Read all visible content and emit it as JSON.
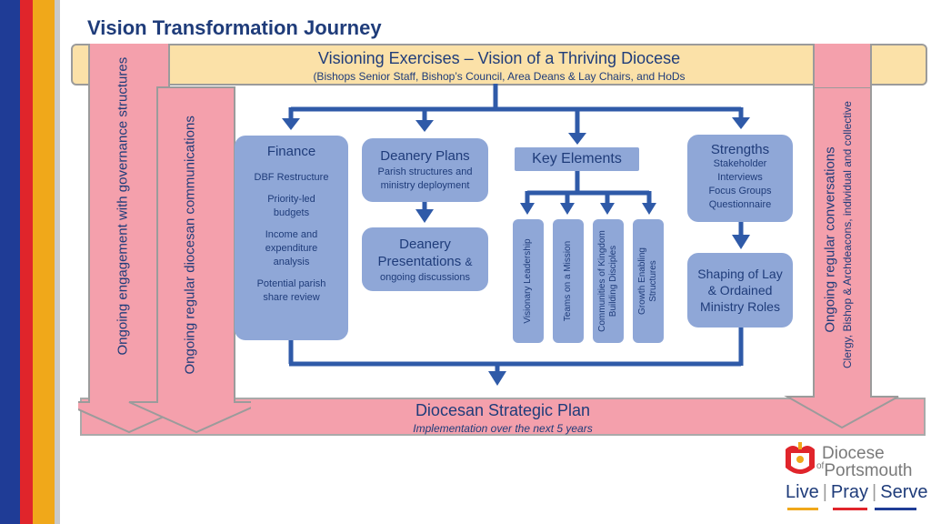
{
  "title": "Vision Transformation Journey",
  "top_band": {
    "title": "Visioning Exercises – Vision of a Thriving Diocese",
    "subtitle": "(Bishops Senior Staff, Bishop’s Council, Area Deans & Lay Chairs, and HoDs"
  },
  "bottom_band": {
    "title": "Diocesan Strategic Plan",
    "subtitle": "Implementation over the next 5 years"
  },
  "side_arrows": {
    "governance": "Ongoing engagement with governance structures",
    "communications": "Ongoing regular diocesan communications",
    "conversations": "Ongoing regular conversations",
    "conversations_sub": "Clergy, Bishop & Archdeacons, individual and collective"
  },
  "finance": {
    "heading": "Finance",
    "items": [
      "DBF Restructure",
      "Priority-led budgets",
      "Income and expenditure analysis",
      "Potential parish share review"
    ]
  },
  "deanery_plans": {
    "heading": "Deanery Plans",
    "text": "Parish structures and ministry deployment"
  },
  "deanery_presentations": {
    "heading_line1": "Deanery",
    "heading_line2": "Presentations",
    "amp": "&",
    "text": "ongoing discussions"
  },
  "key_elements": {
    "heading": "Key Elements",
    "pillars": [
      {
        "label": "Visionary Leadership"
      },
      {
        "label": "Teams on a Mission"
      },
      {
        "label_line1": "Communities of Kingdom",
        "label_line2": "Building Disciples"
      },
      {
        "label_line1": "Growth Enabling",
        "label_line2": "Structures"
      }
    ]
  },
  "strengths": {
    "heading": "Strengths",
    "items": [
      "Stakeholder",
      "Interviews",
      "Focus Groups",
      "Questionnaire"
    ]
  },
  "shaping": {
    "line1": "Shaping of Lay",
    "line2": "& Ordained",
    "line3": "Ministry Roles"
  },
  "logo": {
    "line1": "Diocese",
    "of": "of",
    "line2": "Portsmouth",
    "tagline": [
      "Live",
      "Pray",
      "Serve"
    ]
  },
  "colors": {
    "navy": "#1f3c7a",
    "box_blue": "#8fa7d7",
    "connector": "#2f5aa8",
    "band_yellow": "#fbe1a8",
    "band_pink": "#f4a0ac",
    "stripe_blue": "#1f3c96",
    "stripe_red": "#e0252b",
    "stripe_orange": "#f0a81a"
  }
}
